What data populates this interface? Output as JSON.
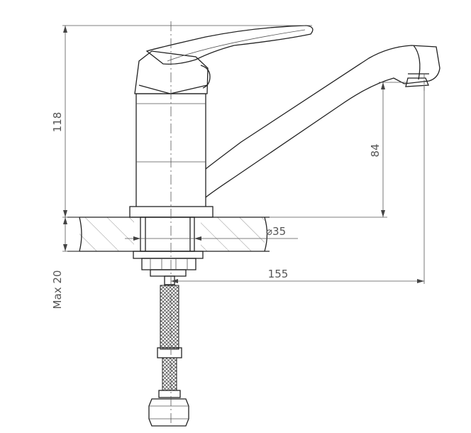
{
  "dimensions": {
    "height_overall": "118",
    "spout_height": "84",
    "hole_diameter": "⌀35",
    "reach": "155",
    "max_thickness": "Max 20"
  }
}
